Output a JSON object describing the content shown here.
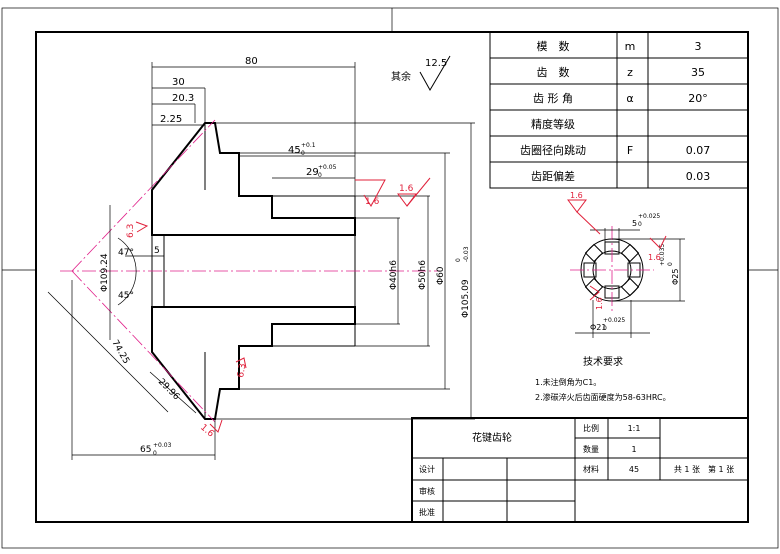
{
  "dims": {
    "d80": "80",
    "d30": "30",
    "d20_3": "20.3",
    "d2_25": "2.25",
    "d45": "45",
    "d45_tol": "+0.1",
    "d45_tol0": "0",
    "d29": "29",
    "d29_tol": "+0.05",
    "d29_tol0": "0",
    "d5": "5",
    "a47": "47°",
    "a45": "45°",
    "d109": "Φ109.24",
    "d74": "74.25",
    "d29_96": "29.96",
    "d65": "65",
    "d65_tol": "+0.03",
    "d65_tol0": "0",
    "d40": "Φ40h6",
    "d50": "Φ50h6",
    "d60": "Φ60",
    "d105": "Φ105.09",
    "d105_tolu": "0",
    "d105_toll": "-0.03",
    "c63a": "6.3",
    "c63b": "6.3",
    "c16a": "1.6",
    "c16b": "1.6",
    "c16c": "1.6",
    "others_label": "其余",
    "others_value": "12.5"
  },
  "section": {
    "d5": "5",
    "d5_tol": "+0.025",
    "d5_tol0": "0",
    "d25": "Φ25",
    "d25_tol": "+0.035",
    "d25_tol0": "0",
    "d21": "Φ21",
    "d21_tol": "+0.025",
    "d21_tol0": "0",
    "c16a": "1.6",
    "c16b": "1.6",
    "c16c": "1.6"
  },
  "params": [
    {
      "label": "模　数",
      "sym": "m",
      "val": "3"
    },
    {
      "label": "齿　数",
      "sym": "z",
      "val": "35"
    },
    {
      "label": "齿 形 角",
      "sym": "α",
      "val": "20°"
    },
    {
      "label": "精度等级",
      "sym": "",
      "val": ""
    },
    {
      "label": "齿圈径向跳动",
      "sym": "F",
      "val": "0.07"
    },
    {
      "label": "齿距偏差",
      "sym": "",
      "val": "0.03"
    }
  ],
  "notes": {
    "title": "技术要求",
    "n1": "1.未注倒角为C1。",
    "n2": "2.渗碳淬火后齿面硬度为58-63HRC。"
  },
  "title_block": {
    "part_name": "花键齿轮",
    "scale_label": "比例",
    "scale_value": "1:1",
    "qty_label": "数量",
    "qty_value": "1",
    "material_label": "材料",
    "material_value": "45",
    "sheets": "共 1 张　第 1 张",
    "design": "设计",
    "review": "审核",
    "approve": "批准"
  },
  "colors": {
    "line": "#000000",
    "red": "#e0203a",
    "center": "#e0208a"
  }
}
